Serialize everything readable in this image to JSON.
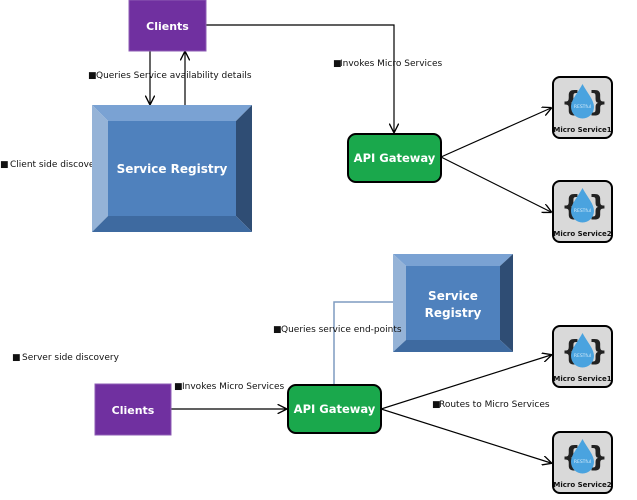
{
  "colors": {
    "clients": "#7030a0",
    "gateway": "#1aa84c",
    "registry_face": "#4f81bd",
    "registry_top": "#7aa2d3",
    "registry_left": "#95b3d7",
    "registry_right": "#2f4d74",
    "registry_bottom": "#3e6aa0",
    "microservice_bg": "#d9d9d9",
    "restful_drop": "#4aa3df",
    "connector_blue": "#7f9cc0"
  },
  "client_side": {
    "section_label": "Client side discovery",
    "clients_label": "Clients",
    "registry_label": "Service Registry",
    "gateway_label": "API Gateway",
    "query_label": "Queries Service availability details",
    "invoke_label": "Invokes Micro Services",
    "microservices": [
      {
        "name": "Micro Service1",
        "badge": "RESTful"
      },
      {
        "name": "Micro Service2",
        "badge": "RESTful"
      }
    ]
  },
  "server_side": {
    "section_label": "Server side discovery",
    "clients_label": "Clients",
    "registry_label_line1": "Service",
    "registry_label_line2": "Registry",
    "gateway_label": "API Gateway",
    "query_label": "Queries service end-points",
    "invoke_label": "Invokes Micro Services",
    "routes_label": "Routes to Micro Services",
    "microservices": [
      {
        "name": "Micro Service1",
        "badge": "RESTful"
      },
      {
        "name": "Micro Service2",
        "badge": "RESTful"
      }
    ]
  },
  "bullet": "■"
}
